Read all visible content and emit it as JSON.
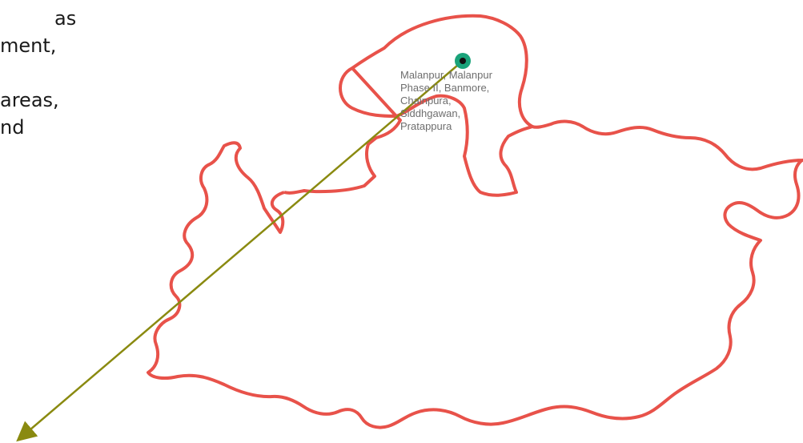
{
  "text_fragments": [
    {
      "text": "as"
    },
    {
      "text": "ment,"
    },
    {
      "text": ""
    },
    {
      "text": "areas,"
    },
    {
      "text": "nd"
    }
  ],
  "map": {
    "outline_color": "#e8524a",
    "arrow_color": "#8a8a10",
    "marker_color": "#1aa37a",
    "callout": {
      "lines": [
        "Malanpur, Malanpur",
        "Phase II, Banmore,",
        "Chainpura,",
        "Siddhgawan,",
        "Pratappura"
      ]
    }
  }
}
